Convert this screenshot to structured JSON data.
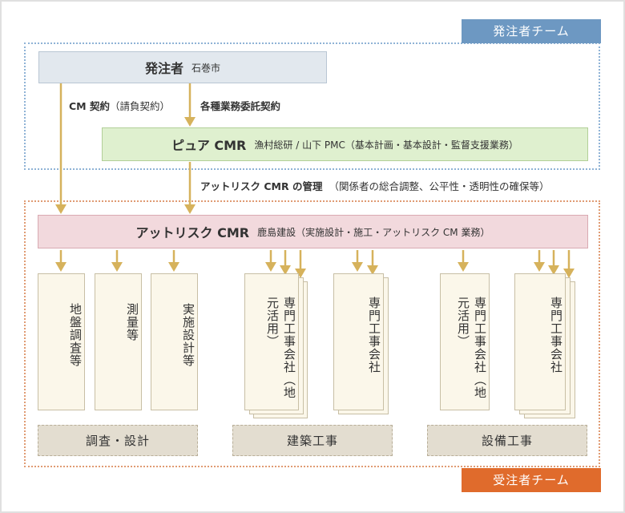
{
  "colors": {
    "ordering_team": "#6d98c2",
    "contractor_team": "#e06b2c",
    "owner_box": "#e2e8ee",
    "pure_cmr_box": "#dff0cf",
    "atrisk_cmr_box": "#f2d9dd",
    "arrow": "#d6b25c"
  },
  "teams": {
    "ordering": "発注者チーム",
    "contractor": "受注者チーム"
  },
  "owner": {
    "title": "発注者",
    "name": "石巻市"
  },
  "edges": {
    "cm_contract_main": "CM 契約",
    "cm_contract_sub": "（請負契約）",
    "commission_contract": "各種業務委託契約",
    "management_main": "アットリスク CMR の管理",
    "management_sub": "（関係者の総合調整、公平性・透明性の確保等）"
  },
  "pure_cmr": {
    "title": "ピュア CMR",
    "detail": "漁村総研 / 山下 PMC（基本計画・基本設計・監督支援業務）"
  },
  "atrisk_cmr": {
    "title": "アットリスク CMR",
    "detail": "鹿島建設（実施設計・施工・アットリスク CM 業務）"
  },
  "cards": [
    {
      "label": "地盤調査等"
    },
    {
      "label": "測量等"
    },
    {
      "label": "実施設計等"
    },
    {
      "label": "専門工事会社（地元活用）"
    },
    {
      "label": "専門工事会社"
    },
    {
      "label": "専門工事会社（地元活用）"
    },
    {
      "label": "専門工事会社"
    }
  ],
  "categories": [
    "調査・設計",
    "建築工事",
    "設備工事"
  ]
}
